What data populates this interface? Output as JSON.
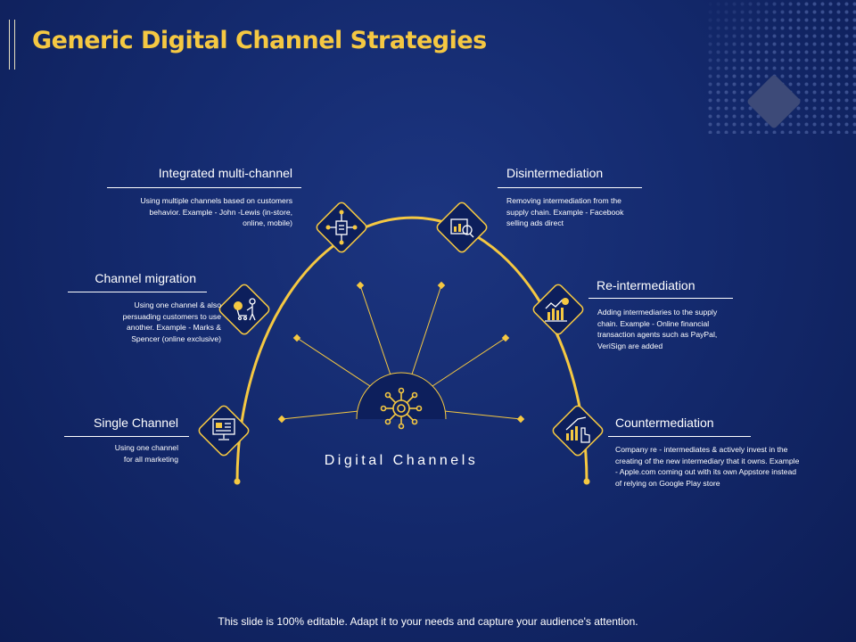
{
  "title": "Generic Digital Channel Strategies",
  "center_label": "Digital Channels",
  "footer": "This slide is 100% editable. Adapt it to your needs and capture your audience's attention.",
  "colors": {
    "accent": "#f5c842",
    "background": "#142a6e",
    "node_fill": "#0d1f5c"
  },
  "strategies": [
    {
      "heading": "Integrated multi-channel",
      "lines": [
        "Using multiple channels based on customers",
        "behavior. Example - John -Lewis (in-store,",
        "online, mobile)"
      ],
      "icon": "network-document-icon"
    },
    {
      "heading": "Disintermediation",
      "lines": [
        "Removing intermediation from the",
        "supply chain. Example - Facebook",
        "selling ads direct"
      ],
      "icon": "chart-magnifier-icon"
    },
    {
      "heading": "Channel migration",
      "lines": [
        "Using one channel & also",
        "persuading customers to use",
        "another. Example - Marks &",
        "Spencer (online exclusive)"
      ],
      "icon": "person-cart-icon"
    },
    {
      "heading": "Re-intermediation",
      "lines": [
        "Adding intermediaries to the supply",
        "chain. Example - Online financial",
        "transaction agents such as PayPal,",
        "VeriSign are added"
      ],
      "icon": "growth-chart-icon"
    },
    {
      "heading": "Single Channel",
      "lines": [
        "Using one channel",
        "for all marketing"
      ],
      "icon": "monitor-chart-icon"
    },
    {
      "heading": "Countermediation",
      "lines": [
        "Company re - intermediates & actively invest in the",
        "creating of the new intermediary that it owns. Example",
        "- Apple.com coming out with its own Appstore instead",
        "of relying on Google Play store"
      ],
      "icon": "hand-chart-icon"
    }
  ]
}
